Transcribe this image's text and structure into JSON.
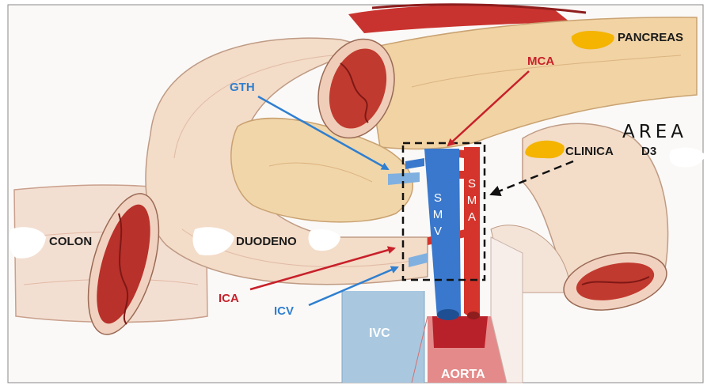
{
  "labels": {
    "pancreas": "PANCREAS",
    "mca": "MCA",
    "gth": "GTH",
    "area": "AREA",
    "clinica": "CLINICA",
    "d3": "D3",
    "smv": "SMV",
    "sma": "SMA",
    "colon": "COLON",
    "duodeno": "DUODENO",
    "ica": "ICA",
    "icv": "ICV",
    "ivc": "IVC",
    "aorta": "AORTA"
  },
  "colors": {
    "artery": "#c8202a",
    "vein": "#2f7fd0",
    "pancreas": "#f1d3a4",
    "bowel": "#f3dcc8",
    "highlight": "#f4b400"
  }
}
